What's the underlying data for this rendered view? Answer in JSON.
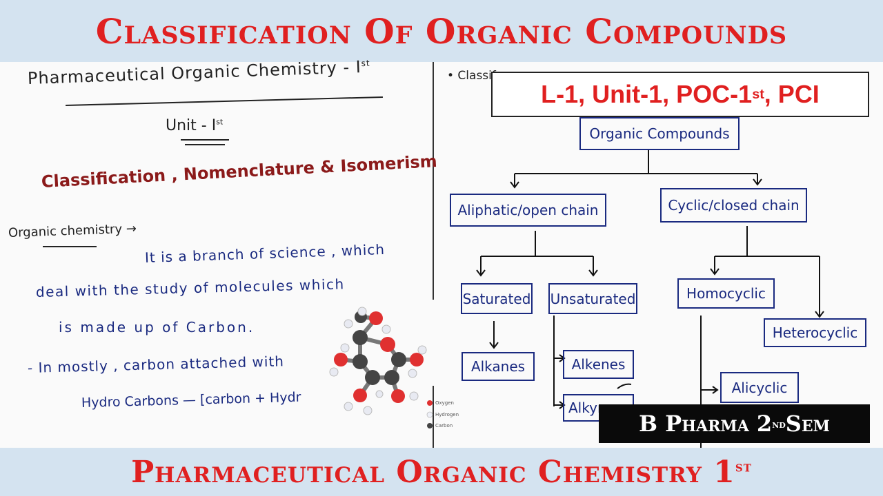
{
  "banner_top": {
    "title": "Classification Of Organic Compounds"
  },
  "banner_bottom": {
    "title": "Pharmaceutical Organic Chemistry 1",
    "suffix": "st"
  },
  "notes": {
    "heading": "Pharmaceutical Organic Chemistry - I",
    "heading_sup": "st",
    "unit": "Unit - I",
    "unit_sup": "st",
    "topic": "Classification , Nomenclature & Isomerism",
    "label": "Organic chemistry →",
    "line1": "It is a branch of science , which",
    "line2": "deal with the study of molecules which",
    "line3": "is made up of Carbon.",
    "line4": "- In mostly , carbon attached with",
    "line5": "Hydro Carbons — [carbon + Hydr",
    "right_heading": "• Classif"
  },
  "tag": {
    "text_pre": "L-1, Unit-1, POC-1",
    "sup": "st",
    "text_post": ", PCI"
  },
  "tree": {
    "root": "Organic Compounds",
    "aliphatic": "Aliphatic/open chain",
    "cyclic": "Cyclic/closed chain",
    "saturated": "Saturated",
    "unsaturated": "Unsaturated",
    "homocyclic": "Homocyclic",
    "heterocyclic": "Heterocyclic",
    "alkanes": "Alkanes",
    "alkenes": "Alkenes",
    "alkynes": "Alkyn",
    "alicyclic": "Alicyclic"
  },
  "molecule_legend": [
    {
      "label": "Oxygen",
      "color": "#e03030"
    },
    {
      "label": "Hydrogen",
      "color": "#eef0f8"
    },
    {
      "label": "Carbon",
      "color": "#444444"
    }
  ],
  "sem_badge": {
    "text_pre": "B Pharma 2",
    "sup": "nd",
    "text_post": " Sem"
  }
}
